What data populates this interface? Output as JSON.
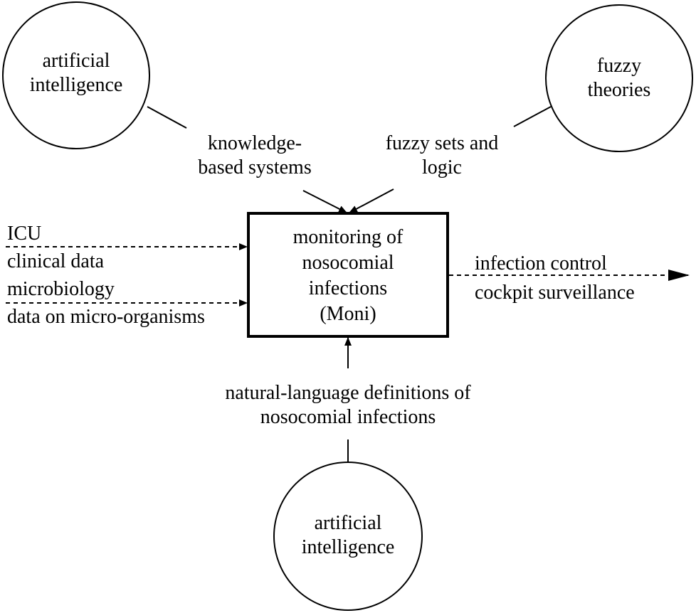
{
  "nodes": {
    "ai_top_left": {
      "lines": [
        "artificial",
        "intelligence"
      ]
    },
    "fuzzy_theories": {
      "lines": [
        "fuzzy",
        "theories"
      ]
    },
    "ai_bottom": {
      "lines": [
        "artificial",
        "intelligence"
      ]
    },
    "moni_box": {
      "lines": [
        "monitoring of",
        "nosocomial",
        "infections",
        "(Moni)"
      ]
    }
  },
  "labels": {
    "kbs": [
      "knowledge-",
      "based systems"
    ],
    "fuzzy_sets": [
      "fuzzy sets and",
      "logic"
    ],
    "inputs": [
      "ICU",
      "clinical data",
      "microbiology",
      "data on micro-organisms"
    ],
    "outputs": [
      "infection control",
      "cockpit surveillance"
    ],
    "nl_definitions": [
      "natural-language definitions of",
      "nosocomial infections"
    ]
  },
  "colors": {
    "stroke": "#000000",
    "background": "#ffffff"
  }
}
